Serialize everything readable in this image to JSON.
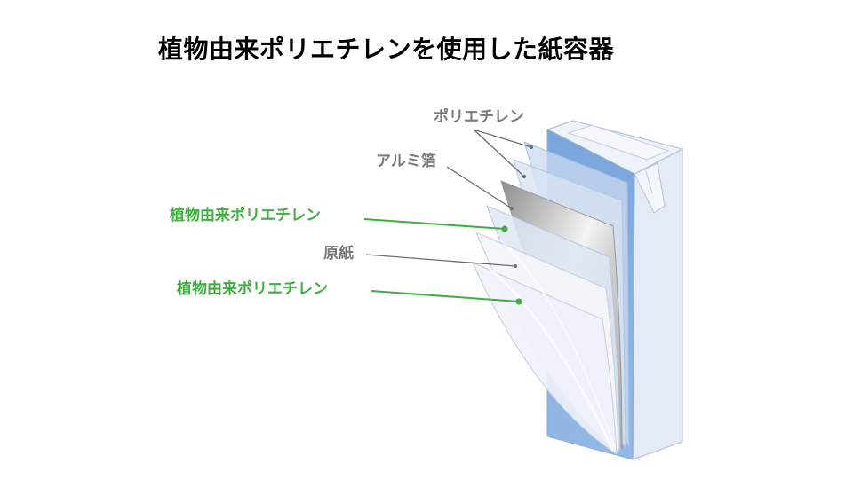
{
  "title": "植物由来ポリエチレンを使用した紙容器",
  "labels": {
    "polyethylene": "ポリエチレン",
    "aluminum_foil": "アルミ箔",
    "plant_pe_top": "植物由来ポリエチレン",
    "base_paper": "原紙",
    "plant_pe_bottom": "植物由来ポリエチレン"
  },
  "colors": {
    "gray_label": "#7a7a7a",
    "green_label": "#3fae3f",
    "carton_blue": "#7fa8d8"
  }
}
